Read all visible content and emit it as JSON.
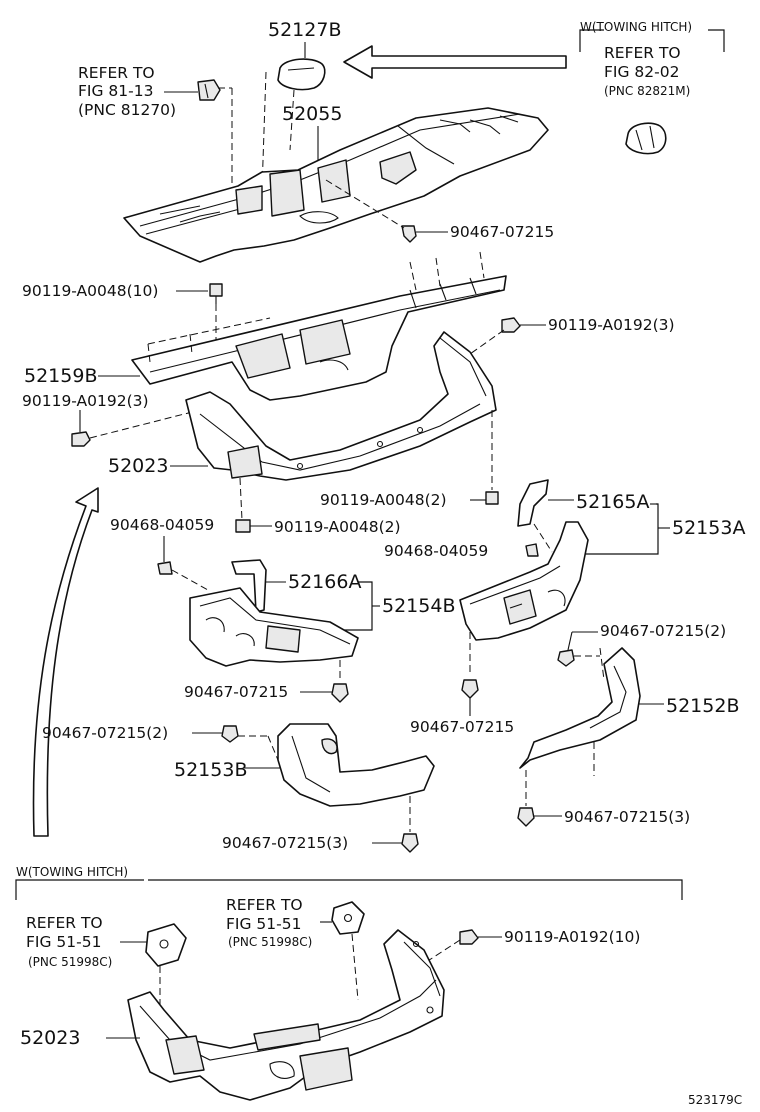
{
  "top_group": {
    "part_52127B": "52127B",
    "part_52055": "52055",
    "refer_fig_81": [
      "REFER TO",
      "FIG 81-13",
      "(PNC 81270)"
    ],
    "fastener_90467_top": "90467-07215"
  },
  "towing_hitch_top": {
    "header": "W(TOWING HITCH)",
    "refer_fig_82": [
      "REFER TO",
      "FIG 82-02",
      "(PNC 82821M)"
    ]
  },
  "reinforcement_group": {
    "bolt_a0048_10": "90119-A0048(10)",
    "part_52159B": "52159B",
    "bolt_a0192_3_left": "90119-A0192(3)",
    "bolt_a0192_3_right": "90119-A0192(3)",
    "part_52023_top": "52023",
    "bolt_a0048_2_center": "90119-A0048(2)",
    "bolt_a0048_2_left": "90119-A0048(2)"
  },
  "bracket_group": {
    "clip_04059_left": "90468-04059",
    "clip_04059_right": "90468-04059",
    "part_52165A": "52165A",
    "part_52153A": "52153A",
    "part_52166A": "52166A",
    "part_52154B": "52154B",
    "fastener_07215_2_right": "90467-07215(2)",
    "fastener_07215_center_left": "90467-07215",
    "fastener_07215_center_right": "90467-07215",
    "part_52152B": "52152B",
    "fastener_07215_2_left": "90467-07215(2)",
    "part_52153B": "52153B",
    "fastener_07215_3_right": "90467-07215(3)",
    "fastener_07215_3_bottom": "90467-07215(3)"
  },
  "towing_hitch_bottom": {
    "header": "W(TOWING HITCH)",
    "refer_fig_51_left": [
      "REFER TO",
      "FIG 51-51",
      "(PNC 51998C)"
    ],
    "refer_fig_51_right": [
      "REFER TO",
      "FIG 51-51",
      "(PNC 51998C)"
    ],
    "bolt_a0192_10": "90119-A0192(10)",
    "part_52023_bottom": "52023"
  },
  "illustration_code": "523179C"
}
